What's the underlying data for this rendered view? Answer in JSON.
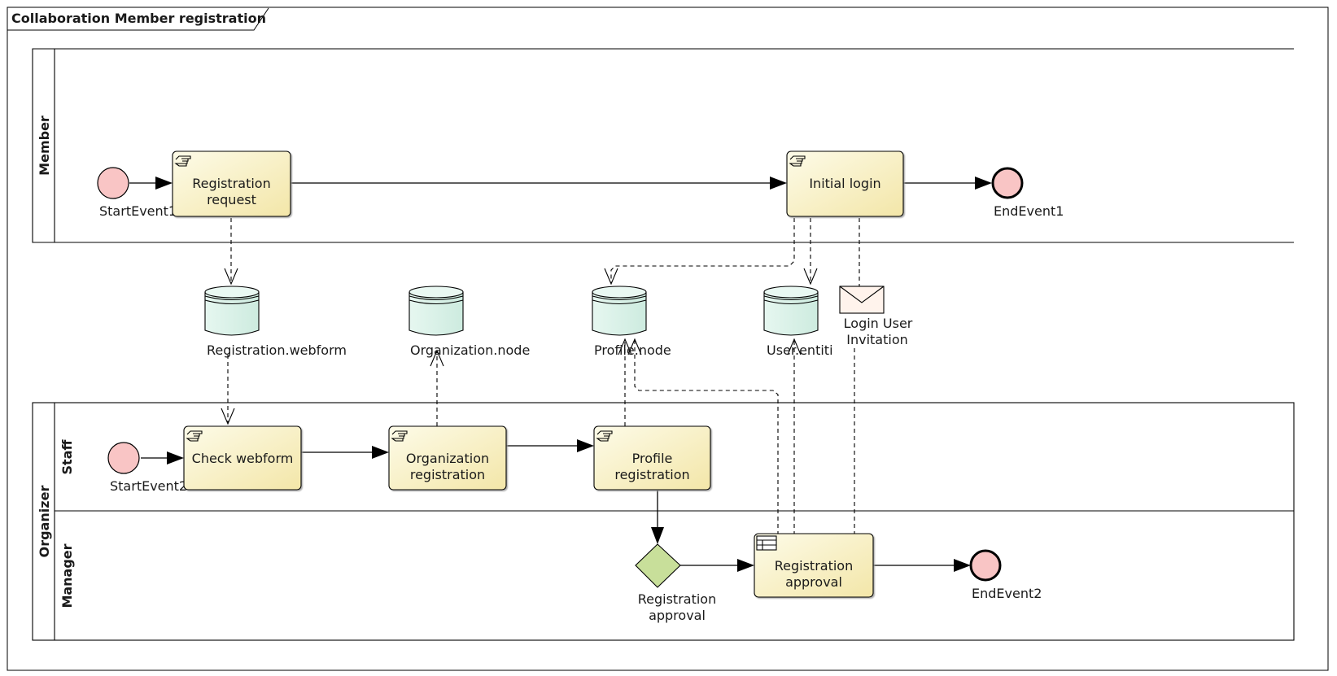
{
  "diagram": {
    "title": "Collaboration Member registration",
    "pools": {
      "member": {
        "label": "Member"
      },
      "organizer": {
        "label": "Organizer",
        "lanes": {
          "staff": "Staff",
          "manager": "Manager"
        }
      }
    },
    "tasks": {
      "registration_request": [
        "Registration",
        "request"
      ],
      "initial_login": [
        "Initial login"
      ],
      "check_webform": [
        "Check webform"
      ],
      "organization_registration": [
        "Organization",
        "registration"
      ],
      "profile_registration": [
        "Profile",
        "registration"
      ],
      "registration_approval_task": [
        "Registration",
        "approval"
      ]
    },
    "events": {
      "start1": "StartEvent1",
      "end1": "EndEvent1",
      "start2": "StartEvent2",
      "end2": "EndEvent2"
    },
    "gateway": [
      "Registration",
      "approval"
    ],
    "data_stores": {
      "registration_webform": "Registration.webform",
      "organization_node": "Organization.node",
      "profile_node": "Profile.node",
      "user_entiti": "User.entiti"
    },
    "message": [
      "Login User",
      "Invitation"
    ],
    "colors": {
      "task_fill_light": "#fdfbe8",
      "task_fill_dark": "#f3e6a8",
      "event_fill": "#f9c5c5",
      "datastore_fill": "#dcf3ea",
      "gateway_fill": "#c8df9a",
      "message_fill": "#fff3ec"
    }
  }
}
